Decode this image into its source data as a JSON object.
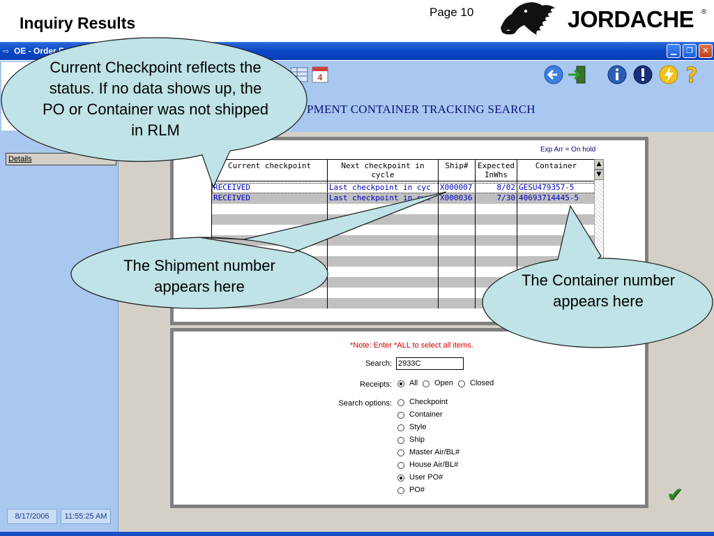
{
  "slide": {
    "title": "Inquiry Results",
    "page": "Page 10",
    "brand": "JORDACHE",
    "brand_mark": "®"
  },
  "window": {
    "title": "OE - Order E",
    "buttons": {
      "minimize": "▁",
      "restore": "❐",
      "close": "✕"
    },
    "screen_title": "PMENT CONTAINER TRACKING SEARCH",
    "details_tab": "Details",
    "status_date": "8/17/2006",
    "status_time": "11:55:25 AM"
  },
  "toolbar_icons": [
    "back-arrow-icon",
    "exit-door-icon",
    "info-icon",
    "alert-icon",
    "lightning-icon",
    "help-icon"
  ],
  "results": {
    "legend": "Exp Arr = On hold",
    "columns": [
      "Current checkpoint",
      "Next checkpoint in cycle",
      "Ship#",
      "Expected InWhs",
      "Container"
    ],
    "rows": [
      [
        "RECEIVED",
        "Last checkpoint in cyc",
        "X000007",
        "8/02",
        "GESU479357-5"
      ],
      [
        "RECEIVED",
        "Last checkpoint in cyc",
        "X000036",
        "7/30",
        "40693714445-5"
      ]
    ],
    "scroll_up": "▲",
    "scroll_down": "▼"
  },
  "search": {
    "note": "*Note: Enter *ALL to select all items.",
    "search_label": "Search:",
    "search_value": "2933C",
    "receipts_label": "Receipts:",
    "receipts": [
      {
        "label": "All",
        "selected": true
      },
      {
        "label": "Open",
        "selected": false
      },
      {
        "label": "Closed",
        "selected": false
      }
    ],
    "options_label": "Search options:",
    "options": [
      {
        "label": "Checkpoint",
        "selected": false
      },
      {
        "label": "Container",
        "selected": false
      },
      {
        "label": "Style",
        "selected": false
      },
      {
        "label": "Ship",
        "selected": false
      },
      {
        "label": "Master Air/BL#",
        "selected": false
      },
      {
        "label": "House Air/BL#",
        "selected": false
      },
      {
        "label": "User PO#",
        "selected": true
      },
      {
        "label": "PO#",
        "selected": false
      }
    ],
    "ok_glyph": "✔"
  },
  "callouts": {
    "checkpoint": "Current Checkpoint reflects the status. If no data shows up, the PO or Container was not shipped in RLM",
    "shipment": "The Shipment number appears here",
    "container": "The Container number appears here"
  }
}
